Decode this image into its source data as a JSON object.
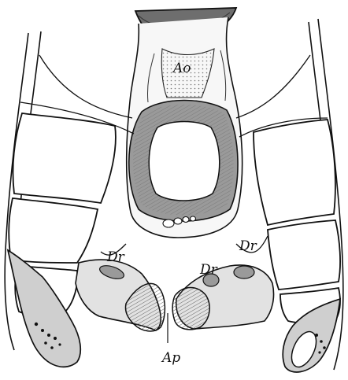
{
  "figure": {
    "labels": {
      "ao": "Ao",
      "dr_left": "Dr",
      "dr_center": "Dr",
      "dr_right": "Dr",
      "ap": "Ap"
    }
  },
  "colors": {
    "ink": "#111111",
    "paper": "#ffffff",
    "cap_dark": "#6e6e6e",
    "ring_shade": "#9a9a9a",
    "tissue_shade": "#cfcfcf",
    "light_shade": "#e2e2e2"
  }
}
